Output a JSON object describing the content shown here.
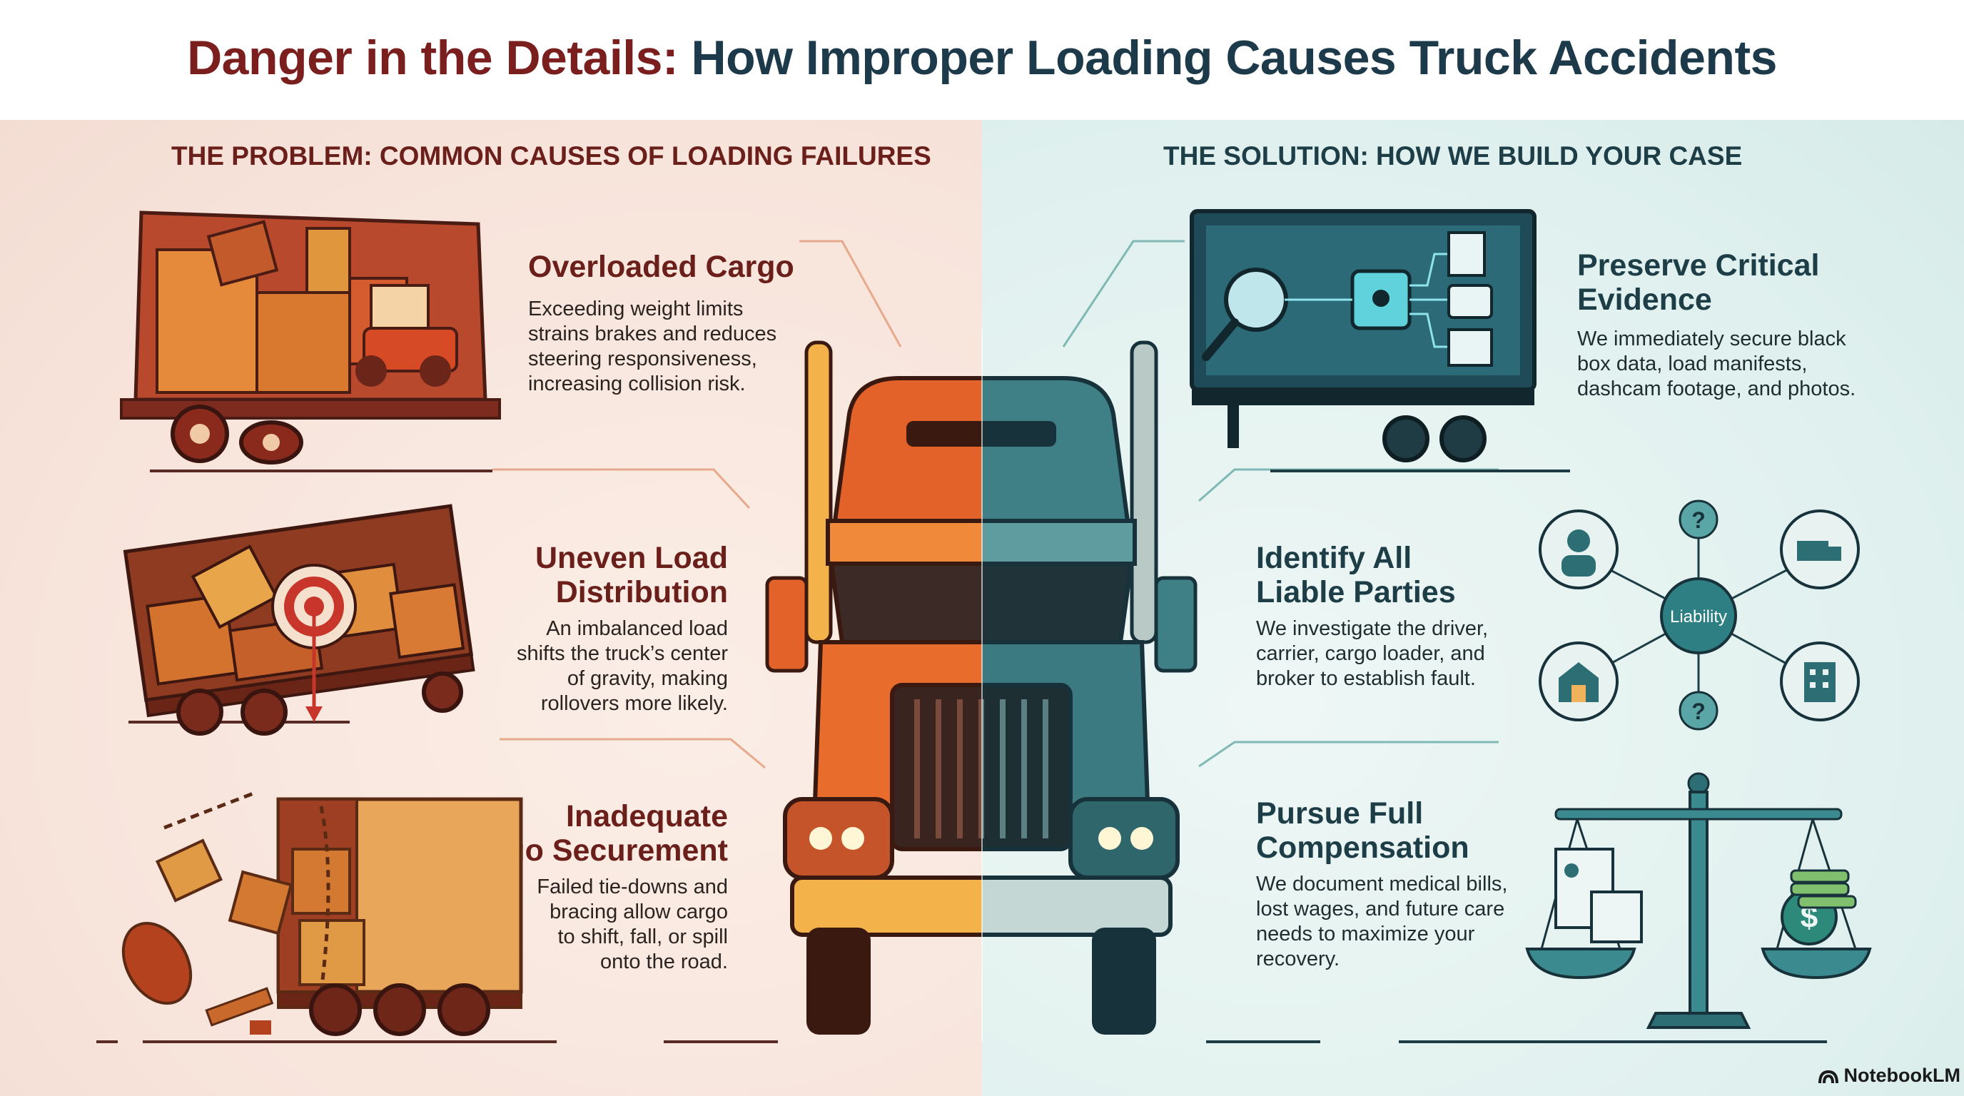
{
  "header": {
    "title_part1": "Danger in the Details:",
    "title_part2": "How Improper Loading Causes Truck Accidents"
  },
  "problem": {
    "heading": "THE PROBLEM: COMMON CAUSES OF LOADING FAILURES",
    "items": [
      {
        "title_lines": [
          "Overloaded Cargo"
        ],
        "desc_lines": [
          "Exceeding weight limits",
          "strains brakes and reduces",
          "steering responsiveness,",
          "increasing collision risk."
        ]
      },
      {
        "title_lines": [
          "Uneven Load",
          "Distribution"
        ],
        "desc_lines": [
          "An imbalanced load",
          "shifts the truck’s center",
          "of gravity, making",
          "rollovers more likely."
        ]
      },
      {
        "title_lines": [
          "Inadequate",
          "Cargo Securement"
        ],
        "desc_lines": [
          "Failed tie-downs and",
          "bracing allow cargo",
          "to shift, fall, or spill",
          "onto the road."
        ]
      }
    ]
  },
  "solution": {
    "heading": "THE SOLUTION: HOW WE BUILD YOUR CASE",
    "items": [
      {
        "title_lines": [
          "Preserve Critical",
          "Evidence"
        ],
        "desc_lines": [
          "We immediately secure black",
          "box data, load manifests,",
          "dashcam footage, and photos."
        ]
      },
      {
        "title_lines": [
          "Identify All",
          "Liable Parties"
        ],
        "desc_lines": [
          "We investigate the driver,",
          "carrier, cargo loader, and",
          "broker to establish fault."
        ]
      },
      {
        "title_lines": [
          "Pursue Full",
          "Compensation"
        ],
        "desc_lines": [
          "We document medical bills,",
          "lost wages, and future care",
          "needs to maximize your",
          "recovery."
        ]
      }
    ],
    "liability_label": "Liability",
    "question_marks": [
      "?",
      "?"
    ],
    "dollar_symbol": "$"
  },
  "credit": "NotebookLM",
  "icons": {
    "overloaded": "overloaded-trailer-icon",
    "uneven": "tilted-trailer-target-icon",
    "securement": "spilling-cargo-truck-icon",
    "evidence": "evidence-screen-trailer-icon",
    "liability": "liability-network-icon",
    "compensation": "balance-scale-icon",
    "truck": "split-semi-truck-icon",
    "credit": "notebooklm-logo-icon"
  },
  "colors": {
    "problem_dark": "#6b1f1a",
    "solution_dark": "#1d3d47",
    "truck_orange": "#e2622a",
    "truck_teal": "#3f7f86",
    "title_red": "#7a1e1e",
    "title_navy": "#1c3a4a"
  }
}
